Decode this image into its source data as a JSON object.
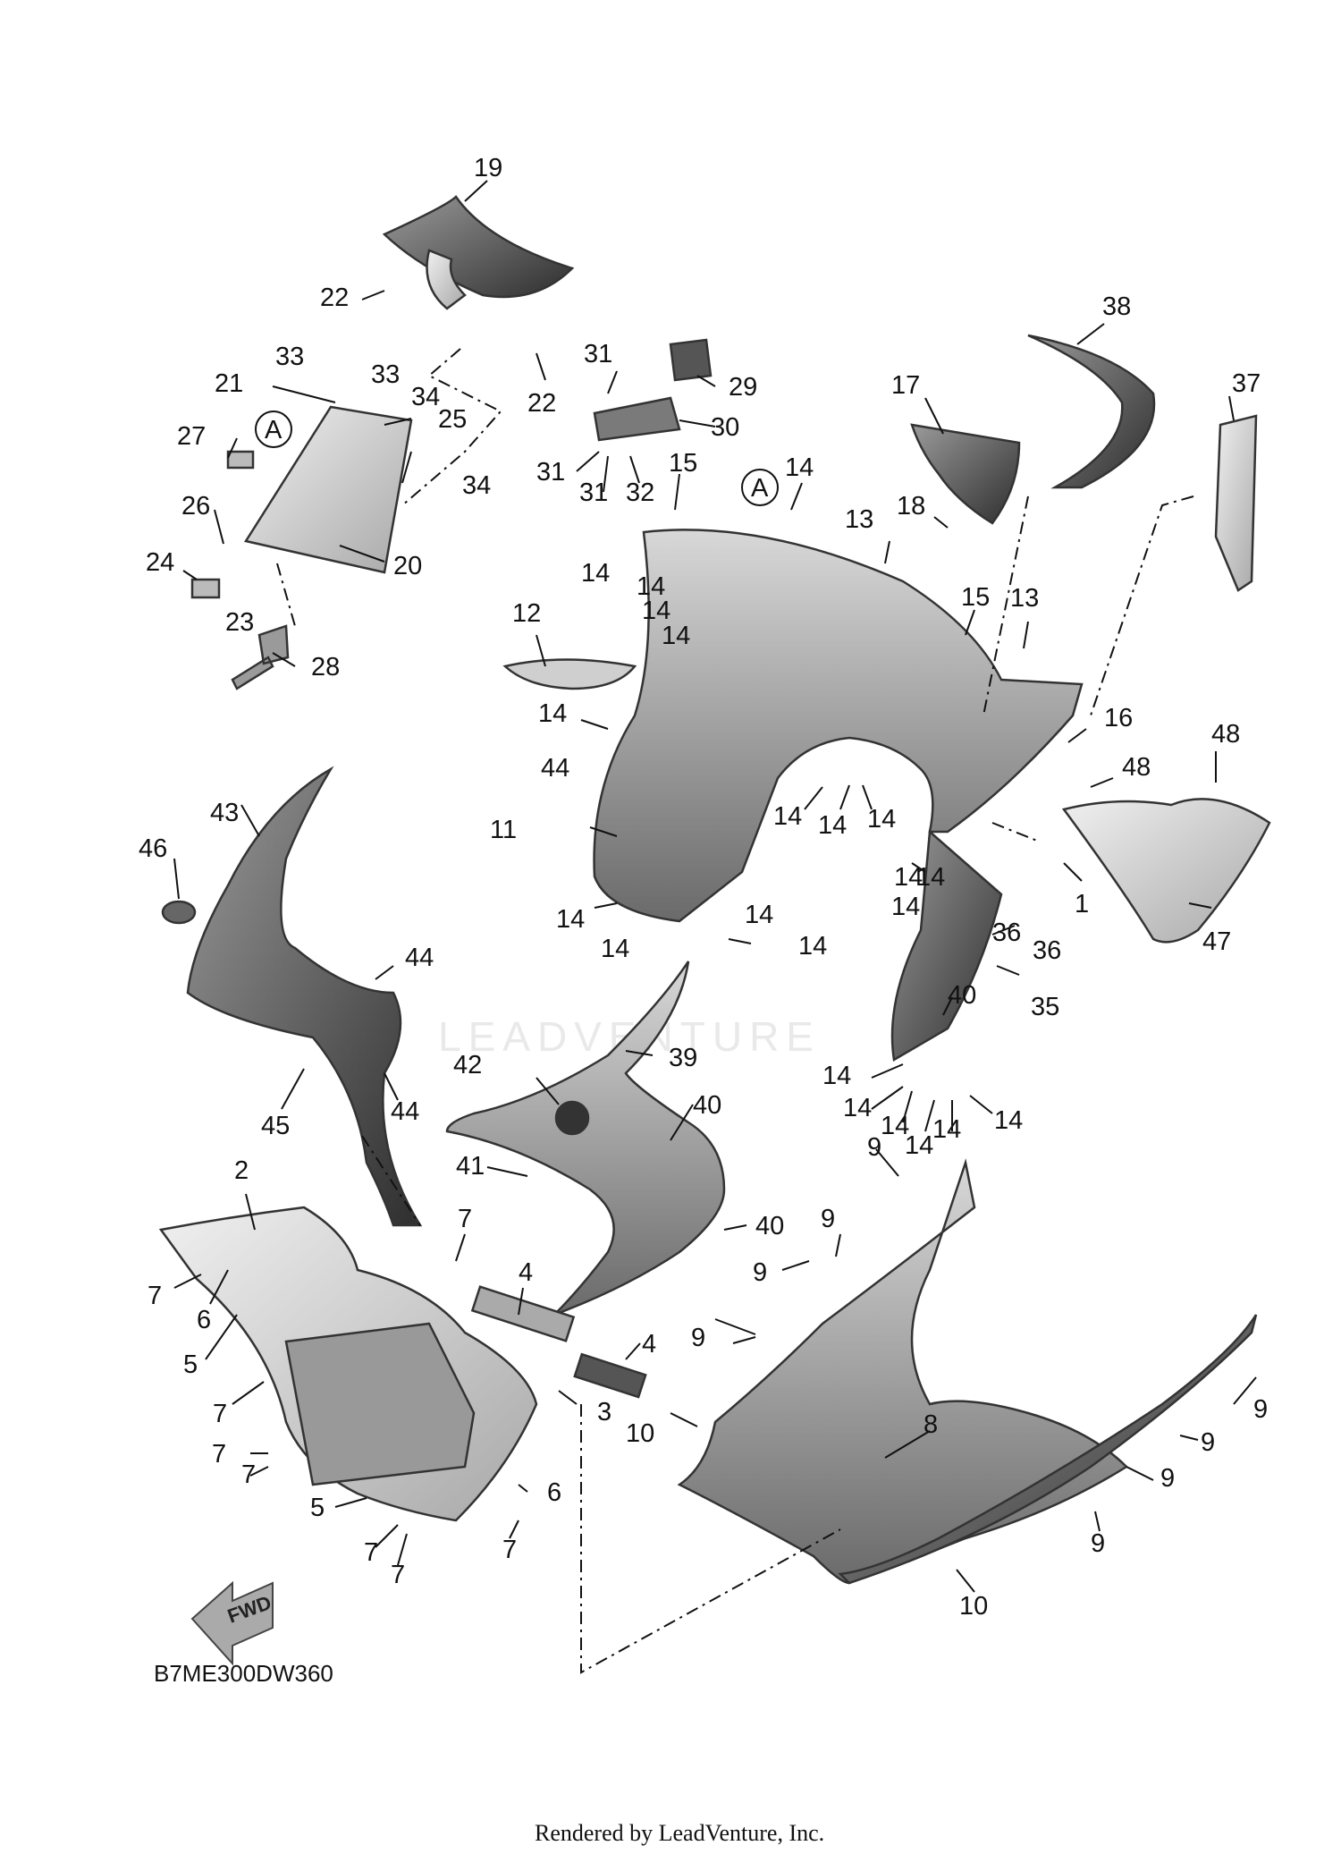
{
  "diagram": {
    "code": "B7ME300DW360",
    "footer": "Rendered by LeadVenture, Inc.",
    "watermark": "LEADVENTURE",
    "forward_label": "FWD",
    "ref_marker": "A",
    "callouts": [
      {
        "id": "c19",
        "label": "19"
      },
      {
        "id": "c22a",
        "label": "22"
      },
      {
        "id": "c22b",
        "label": "22"
      },
      {
        "id": "c31a",
        "label": "31"
      },
      {
        "id": "c29",
        "label": "29"
      },
      {
        "id": "c30",
        "label": "30"
      },
      {
        "id": "c31b",
        "label": "31"
      },
      {
        "id": "c31c",
        "label": "31"
      },
      {
        "id": "c32",
        "label": "32"
      },
      {
        "id": "c33a",
        "label": "33"
      },
      {
        "id": "c33b",
        "label": "33"
      },
      {
        "id": "c21",
        "label": "21"
      },
      {
        "id": "c34a",
        "label": "34"
      },
      {
        "id": "c25",
        "label": "25"
      },
      {
        "id": "c27",
        "label": "27"
      },
      {
        "id": "c34b",
        "label": "34"
      },
      {
        "id": "c26",
        "label": "26"
      },
      {
        "id": "c20",
        "label": "20"
      },
      {
        "id": "c24",
        "label": "24"
      },
      {
        "id": "c23",
        "label": "23"
      },
      {
        "id": "c28",
        "label": "28"
      },
      {
        "id": "c38",
        "label": "38"
      },
      {
        "id": "c37",
        "label": "37"
      },
      {
        "id": "c17",
        "label": "17"
      },
      {
        "id": "c18",
        "label": "18"
      },
      {
        "id": "c15a",
        "label": "15"
      },
      {
        "id": "c14a",
        "label": "14"
      },
      {
        "id": "c13a",
        "label": "13"
      },
      {
        "id": "c14b",
        "label": "14"
      },
      {
        "id": "c14c",
        "label": "14"
      },
      {
        "id": "c14d",
        "label": "14"
      },
      {
        "id": "c14e",
        "label": "14"
      },
      {
        "id": "c15b",
        "label": "15"
      },
      {
        "id": "c13b",
        "label": "13"
      },
      {
        "id": "c12",
        "label": "12"
      },
      {
        "id": "c16",
        "label": "16"
      },
      {
        "id": "c14f",
        "label": "14"
      },
      {
        "id": "c48a",
        "label": "48"
      },
      {
        "id": "c48b",
        "label": "48"
      },
      {
        "id": "c44a",
        "label": "44"
      },
      {
        "id": "c14g",
        "label": "14"
      },
      {
        "id": "c14h",
        "label": "14"
      },
      {
        "id": "c14i",
        "label": "14"
      },
      {
        "id": "c11",
        "label": "11"
      },
      {
        "id": "c1",
        "label": "1"
      },
      {
        "id": "c14j",
        "label": "14"
      },
      {
        "id": "c14k",
        "label": "14"
      },
      {
        "id": "c14l",
        "label": "14"
      },
      {
        "id": "c47",
        "label": "47"
      },
      {
        "id": "c14m",
        "label": "14"
      },
      {
        "id": "c14n",
        "label": "14"
      },
      {
        "id": "c14o",
        "label": "14"
      },
      {
        "id": "c14p",
        "label": "14"
      },
      {
        "id": "c43",
        "label": "43"
      },
      {
        "id": "c46",
        "label": "46"
      },
      {
        "id": "c36a",
        "label": "36"
      },
      {
        "id": "c36b",
        "label": "36"
      },
      {
        "id": "c44b",
        "label": "44"
      },
      {
        "id": "c35",
        "label": "35"
      },
      {
        "id": "c40a",
        "label": "40"
      },
      {
        "id": "c39",
        "label": "39"
      },
      {
        "id": "c42",
        "label": "42"
      },
      {
        "id": "c14q",
        "label": "14"
      },
      {
        "id": "c14r",
        "label": "14"
      },
      {
        "id": "c14s",
        "label": "14"
      },
      {
        "id": "c14t",
        "label": "14"
      },
      {
        "id": "c14u",
        "label": "14"
      },
      {
        "id": "c14v",
        "label": "14"
      },
      {
        "id": "c45",
        "label": "45"
      },
      {
        "id": "c44c",
        "label": "44"
      },
      {
        "id": "c40b",
        "label": "40"
      },
      {
        "id": "c9a",
        "label": "9"
      },
      {
        "id": "c41",
        "label": "41"
      },
      {
        "id": "c2",
        "label": "2"
      },
      {
        "id": "c9b",
        "label": "9"
      },
      {
        "id": "c9c",
        "label": "9"
      },
      {
        "id": "c7a",
        "label": "7"
      },
      {
        "id": "c40c",
        "label": "40"
      },
      {
        "id": "c7b",
        "label": "7"
      },
      {
        "id": "c6a",
        "label": "6"
      },
      {
        "id": "c4a",
        "label": "4"
      },
      {
        "id": "c5a",
        "label": "5"
      },
      {
        "id": "c9d",
        "label": "9"
      },
      {
        "id": "c4b",
        "label": "4"
      },
      {
        "id": "c7c",
        "label": "7"
      },
      {
        "id": "c3",
        "label": "3"
      },
      {
        "id": "c10a",
        "label": "10"
      },
      {
        "id": "c8",
        "label": "8"
      },
      {
        "id": "c9e",
        "label": "9"
      },
      {
        "id": "c9f",
        "label": "9"
      },
      {
        "id": "c7d",
        "label": "7"
      },
      {
        "id": "c7e",
        "label": "7"
      },
      {
        "id": "c6b",
        "label": "6"
      },
      {
        "id": "c9g",
        "label": "9"
      },
      {
        "id": "c5b",
        "label": "5"
      },
      {
        "id": "c7f",
        "label": "7"
      },
      {
        "id": "c7g",
        "label": "7"
      },
      {
        "id": "c7h",
        "label": "7"
      },
      {
        "id": "c9h",
        "label": "9"
      },
      {
        "id": "c10b",
        "label": "10"
      }
    ]
  }
}
